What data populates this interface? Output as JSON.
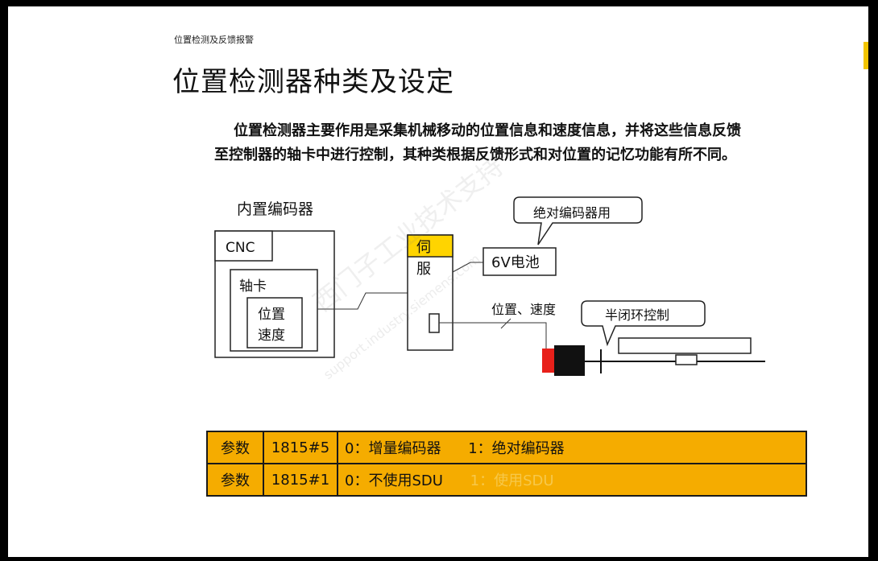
{
  "breadcrumb": "位置检测及反馈报警",
  "title": "位置检测器种类及设定",
  "paragraph": {
    "line1": "位置检测器主要作用是采集机械移动的位置信息和速度信息，并将这些信息反馈",
    "line2": "至控制器的轴卡中进行控制，其种类根据反馈形式和对位置的记忆功能有所不同。"
  },
  "diagram": {
    "heading": "内置编码器",
    "cnc_label": "CNC",
    "axis_card_label": "轴卡",
    "pos_label": "位置",
    "speed_label": "速度",
    "servo_top": "伺",
    "servo_bottom": "服",
    "battery_label": "6V电池",
    "callout_abs": "绝对编码器用",
    "signal_label": "位置、速度",
    "callout_semi": "半闭环控制"
  },
  "watermark": {
    "text1": "西门子工业技术支持",
    "text2": "support.industry.siemens.com"
  },
  "params": [
    {
      "label": "参数",
      "code": "1815#5",
      "opt_a": "0：增量编码器",
      "opt_b": "1：绝对编码器"
    },
    {
      "label": "参数",
      "code": "1815#1",
      "opt_a": "0：不使用SDU",
      "opt_b": "1：使用SDU"
    }
  ],
  "colors": {
    "accent": "#f5ac00",
    "servo_header": "#ffd400",
    "motor_red": "#e8201a"
  }
}
